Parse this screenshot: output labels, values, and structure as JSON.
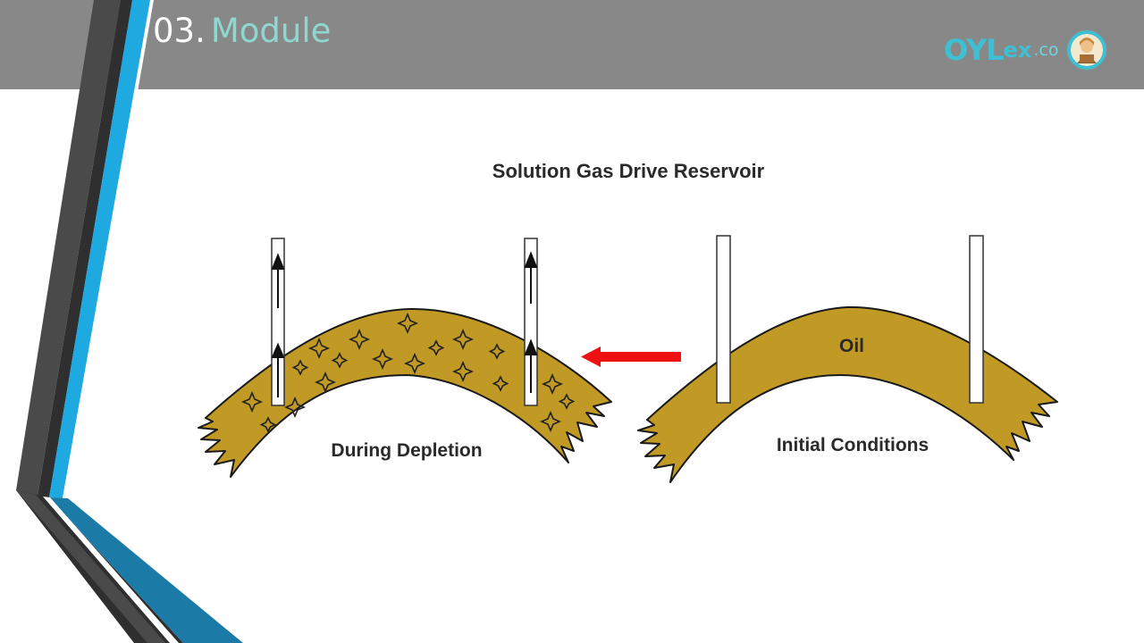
{
  "header": {
    "module_number": "03.",
    "module_word": "Module",
    "brand": {
      "main": "OYL",
      "ext": "ex",
      "tld": ".co"
    }
  },
  "diagram": {
    "title": "Solution Gas Drive Reservoir",
    "left_label": "During Depletion",
    "right_label": "Initial Conditions",
    "oil_label": "Oil"
  },
  "colors": {
    "header_bg": "#888888",
    "module_word": "#8fd8cf",
    "brand": "#3fc0d2",
    "accent_blue": "#1ea9e1",
    "reservoir_fill": "#c09a25",
    "arrow": "#ee1111"
  },
  "icons": [
    "gas-bubble-icon",
    "up-arrow-icon",
    "brand-avatar-icon"
  ]
}
